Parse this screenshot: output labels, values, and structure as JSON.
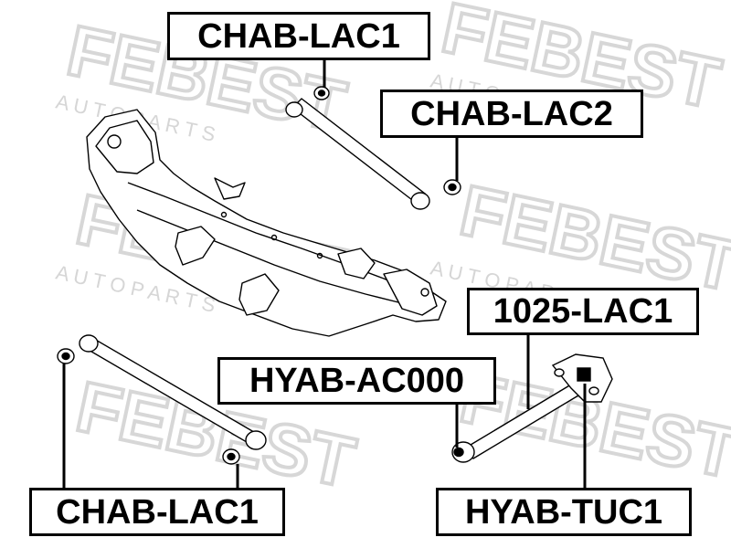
{
  "watermark": {
    "brand": "FEBEST",
    "tagline": "A U T O   P A R T S",
    "color": "#d7d7d7"
  },
  "callouts": {
    "chab_lac1_top": "CHAB-LAC1",
    "chab_lac2": "CHAB-LAC2",
    "code_1025_lac1": "1025-LAC1",
    "hyab_ac000": "HYAB-AC000",
    "chab_lac1_bottom": "CHAB-LAC1",
    "hyab_tuc1": "HYAB-TUC1"
  },
  "colors": {
    "line": "#000000",
    "label_border": "#000000",
    "label_text": "#000000"
  }
}
